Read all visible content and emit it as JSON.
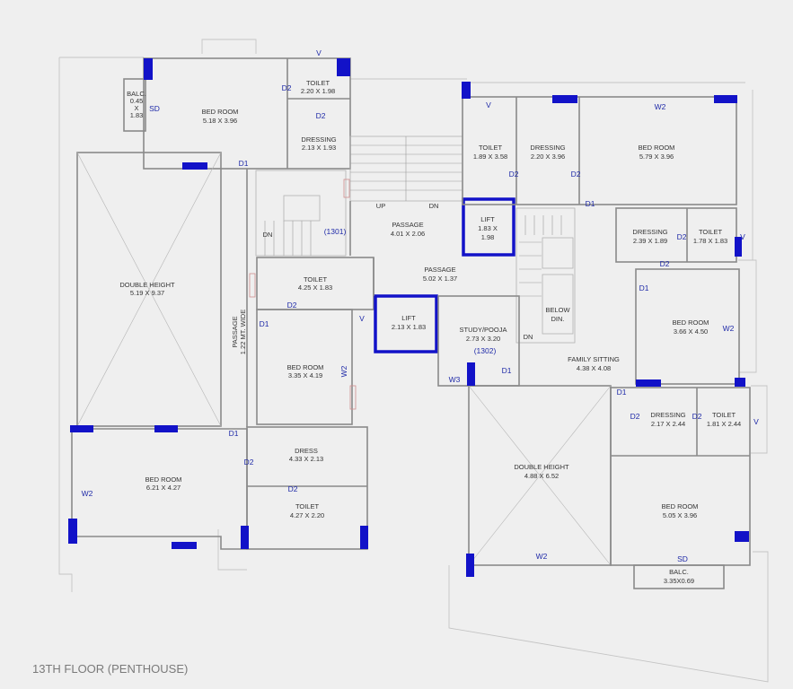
{
  "floor_title": "13TH FLOOR (PENTHOUSE)",
  "rooms": {
    "balc_left": {
      "name": "BALC.",
      "l1": "0.45",
      "l2": "X",
      "l3": "1.83"
    },
    "bed_top_left": {
      "name": "BED ROOM",
      "size": "5.18 X 3.96"
    },
    "toilet_top_left": {
      "name": "TOILET",
      "size": "2.20 X 1.98"
    },
    "dressing_top_left": {
      "name": "DRESSING",
      "size": "2.13 X 1.93"
    },
    "double_height_left": {
      "name": "DOUBLE HEIGHT",
      "size": "5.19 X 9.37"
    },
    "passage_vertical": {
      "name": "PASSAGE",
      "size": "1.22 MT. WIDE"
    },
    "toilet_mid_left": {
      "name": "TOILET",
      "size": "4.25 X 1.83"
    },
    "bed_mid_left": {
      "name": "BED ROOM",
      "size": "3.35 X 4.19"
    },
    "bed_bottom_left": {
      "name": "BED ROOM",
      "size": "6.21 X 4.27"
    },
    "dress_bottom": {
      "name": "DRESS",
      "size": "4.33 X 2.13"
    },
    "toilet_bottom_left": {
      "name": "TOILET",
      "size": "4.27 X 2.20"
    },
    "passage_top": {
      "name": "PASSAGE",
      "size": "4.01 X 2.06"
    },
    "passage_mid": {
      "name": "PASSAGE",
      "size": "5.02 X 1.37"
    },
    "lift_1": {
      "name": "LIFT",
      "size": "1.83 X",
      "size2": "1.98"
    },
    "lift_2": {
      "name": "LIFT",
      "size": "2.13 X 1.83"
    },
    "study": {
      "name": "STUDY/POOJA",
      "size": "2.73 X 3.20"
    },
    "toilet_top_mid": {
      "name": "TOILET",
      "size": "1.89 X 3.58"
    },
    "dressing_top_mid": {
      "name": "DRESSING",
      "size": "2.20 X 3.96"
    },
    "bed_top_right": {
      "name": "BED ROOM",
      "size": "5.79 X 3.96"
    },
    "dressing_right": {
      "name": "DRESSING",
      "size": "2.39 X 1.89"
    },
    "toilet_right": {
      "name": "TOILET",
      "size": "1.78 X 1.83"
    },
    "bed_mid_right": {
      "name": "BED ROOM",
      "size": "3.66 X 4.50"
    },
    "below_din": {
      "l1": "BELOW",
      "l2": "DIN."
    },
    "family": {
      "name": "FAMILY SITTING",
      "size": "4.38 X 4.08"
    },
    "dressing_lower_right": {
      "name": "DRESSING",
      "size": "2.17 X 2.44"
    },
    "toilet_lower_right": {
      "name": "TOILET",
      "size": "1.81 X 2.44"
    },
    "double_height_right": {
      "name": "DOUBLE HEIGHT",
      "size": "4.88 X 6.52"
    },
    "bed_bottom_right": {
      "name": "BED ROOM",
      "size": "5.05 X 3.96"
    },
    "balc_bottom": {
      "name": "BALC.",
      "size": "3.35X0.69"
    }
  },
  "labels": {
    "v": "V",
    "sd": "SD",
    "d1": "D1",
    "d2": "D2",
    "w2": "W2",
    "w3": "W3",
    "flat_1301": "(1301)",
    "flat_1302": "(1302)",
    "up": "UP",
    "dn": "DN"
  },
  "colors": {
    "window_marker": "#1212c8",
    "label_text": "#1f2aa8",
    "wall": "#8a8a8a"
  }
}
